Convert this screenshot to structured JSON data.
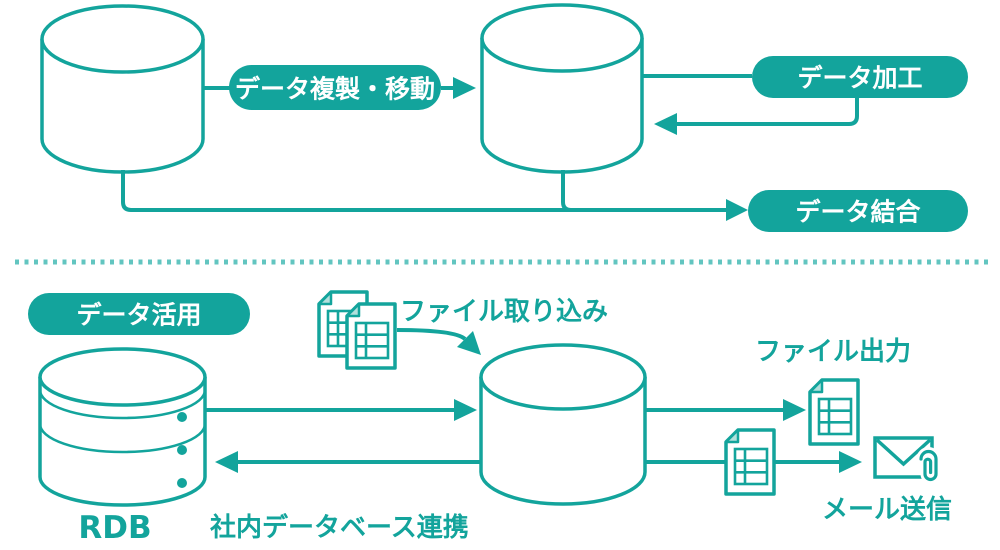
{
  "colors": {
    "teal": "#13a49c",
    "teal_light_dots": "#62c5c0",
    "file_fold_fill": "#b2e0dc",
    "pill_text": "#ffffff",
    "background": "#ffffff"
  },
  "top_flow": {
    "pill_replicate_move": "データ複製・移動",
    "pill_processing": "データ加工",
    "pill_join": "データ結合"
  },
  "bottom_flow": {
    "pill_utilization": "データ活用",
    "label_file_import": "ファイル取り込み",
    "label_file_export": "ファイル出力",
    "label_mail_send": "メール送信",
    "label_rdb": "RDB",
    "label_internal_db_link": "社内データベース連携"
  },
  "icons": {
    "database": "cylinder",
    "rdb_database": "stacked-cylinder-with-dots",
    "spreadsheet_file": "document-with-table-grid-and-folded-corner",
    "mail": "envelope",
    "attachment": "paperclip"
  }
}
